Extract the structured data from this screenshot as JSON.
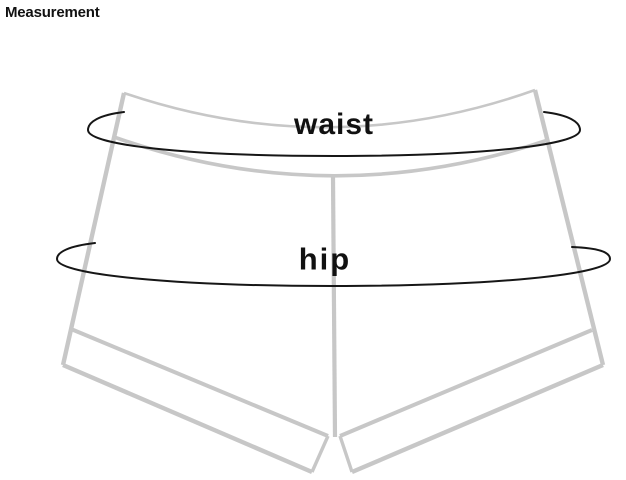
{
  "title": "Measurement",
  "diagram": {
    "type": "garment-measurement-guide",
    "garment": "shorts",
    "labels": {
      "waist": "waist",
      "hip": "hip"
    },
    "colors": {
      "outline": "#c7c7c7",
      "tape": "#161616",
      "text": "#111111",
      "background": "#ffffff"
    }
  }
}
